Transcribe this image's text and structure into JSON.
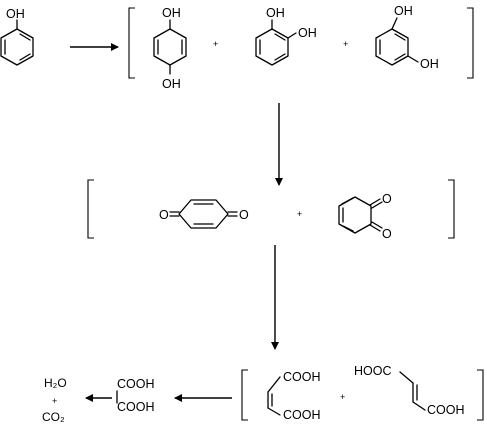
{
  "groups": {
    "hydroxyl": "OH",
    "carboxyl": "COOH",
    "carboxyl_reversed": "HOOC",
    "carbonyl_oxygen": "O"
  },
  "operators": {
    "plus": "+"
  },
  "end_products": {
    "water": "H₂O",
    "carbon_dioxide": "CO₂"
  }
}
